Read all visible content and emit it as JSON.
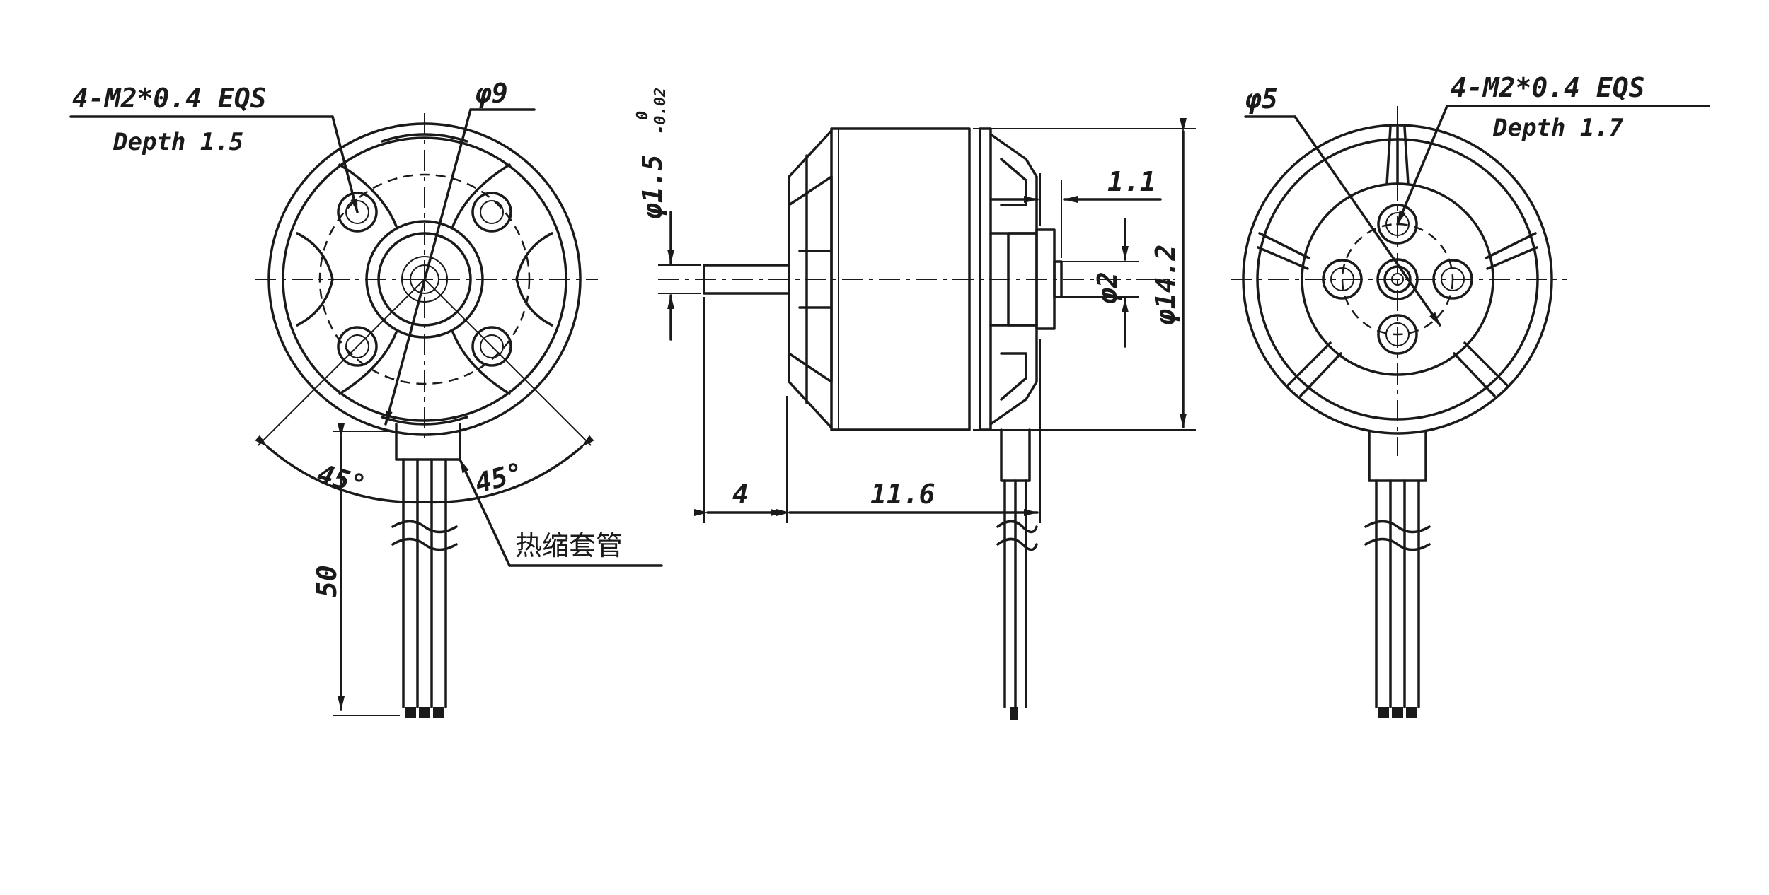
{
  "views": {
    "front": {
      "thread_spec": "4-M2*0.4 EQS",
      "thread_depth": "Depth 1.5",
      "diameter": "φ9",
      "angle_left": "45°",
      "angle_right": "45°",
      "lead_length": "50",
      "sleeve_label": "热缩套管"
    },
    "side": {
      "shaft_diameter": "φ1.5",
      "tol_upper": "0",
      "tol_lower": "-0.02",
      "shaft_length": "4",
      "body_length": "11.6",
      "boss_height": "1.1",
      "boss_diameter": "φ2",
      "motor_diameter": "φ14.2"
    },
    "rear": {
      "hole_circle": "φ5",
      "thread_spec": "4-M2*0.4 EQS",
      "thread_depth": "Depth 1.7"
    }
  }
}
